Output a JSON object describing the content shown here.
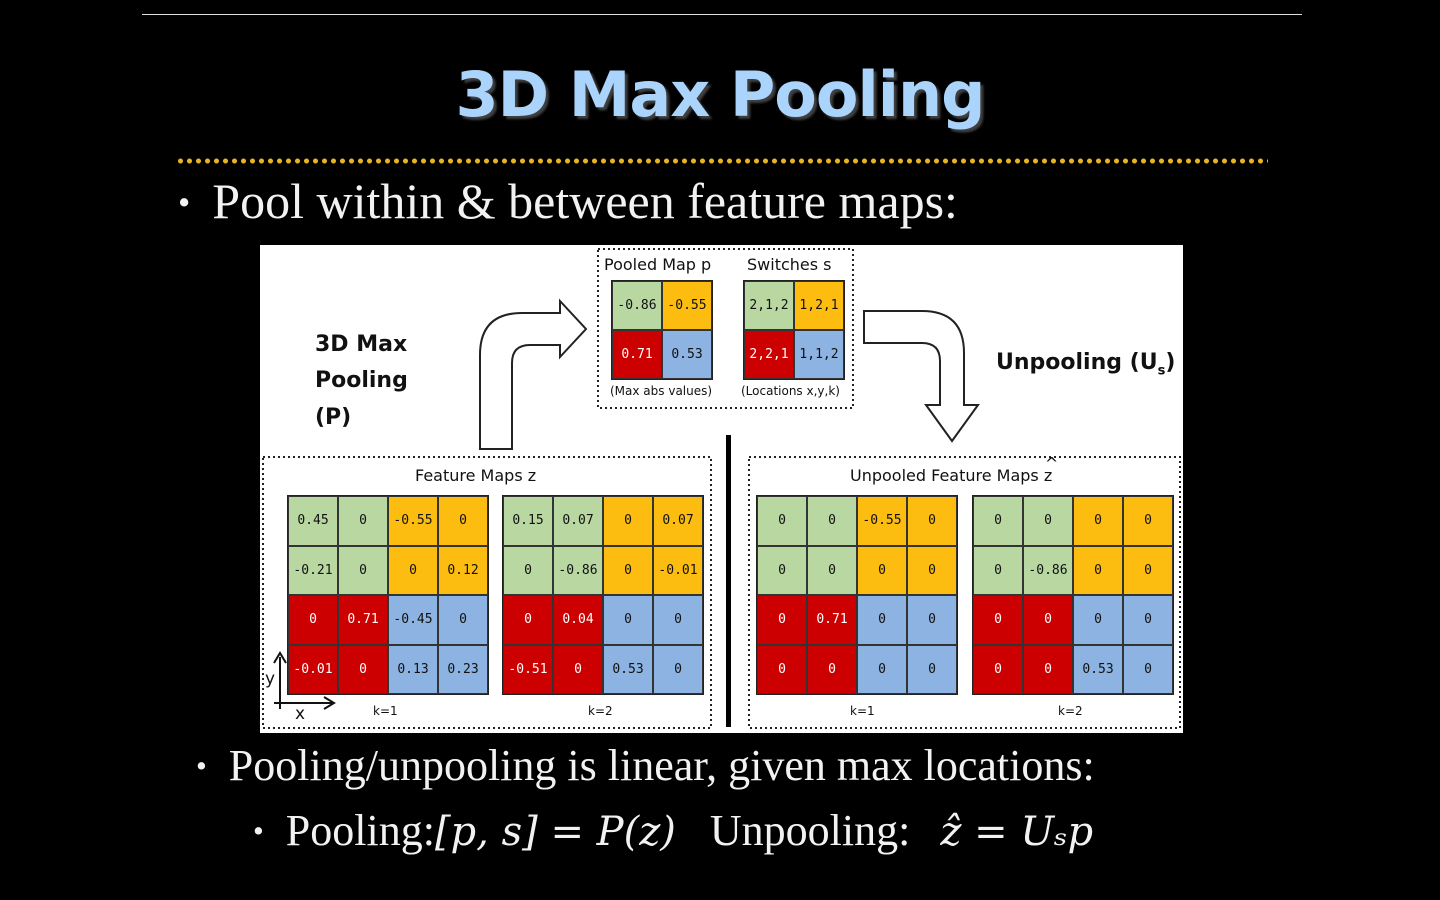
{
  "slide": {
    "title": "3D Max Pooling",
    "bullet1": "Pool within & between feature maps:",
    "bullet2": "Pooling/unpooling is linear, given max locations:",
    "bullet3": {
      "pooling_label": "Pooling:",
      "pooling_eq": "[p, s] = P(z)",
      "unpooling_label": "Unpooling:",
      "unpooling_eq": "ẑ = Uₛp"
    }
  },
  "figure": {
    "pool_label": "3D Max Pooling (P)",
    "unpool_label": "Unpooling (U",
    "unpool_sub": "s",
    "unpool_close": ")",
    "pooled_map_title": "Pooled Map p",
    "switches_title": "Switches  s",
    "pooled_caption": "(Max abs values)",
    "switches_caption": "(Locations x,y,k)",
    "feature_maps_title": "Feature Maps z",
    "unpooled_title": "Unpooled Feature Maps",
    "unpooled_hat_var": "z",
    "unpooled_hat": "^",
    "k1": "k=1",
    "k2": "k=2",
    "axis_x": "x",
    "axis_y": "y",
    "pooled_values": [
      "-0.86",
      "-0.55",
      "0.71",
      "0.53"
    ],
    "switch_values": [
      "2,1,2",
      "1,2,1",
      "2,2,1",
      "1,1,2"
    ],
    "feature_k1": [
      "0.45",
      "0",
      "-0.55",
      "0",
      "-0.21",
      "0",
      "0",
      "0.12",
      "0",
      "0.71",
      "-0.45",
      "0",
      "-0.01",
      "0",
      "0.13",
      "0.23"
    ],
    "feature_k2": [
      "0.15",
      "0.07",
      "0",
      "0.07",
      "0",
      "-0.86",
      "0",
      "-0.01",
      "0",
      "0.04",
      "0",
      "0",
      "-0.51",
      "0",
      "0.53",
      "0"
    ],
    "unpooled_k1": [
      "0",
      "0",
      "-0.55",
      "0",
      "0",
      "0",
      "0",
      "0",
      "0",
      "0.71",
      "0",
      "0",
      "0",
      "0",
      "0",
      "0"
    ],
    "unpooled_k2": [
      "0",
      "0",
      "0",
      "0",
      "0",
      "-0.86",
      "0",
      "0",
      "0",
      "0",
      "0",
      "0",
      "0",
      "0",
      "0.53",
      "0"
    ],
    "colors": {
      "green": "#b9d7a0",
      "yellow": "#fdbd10",
      "red": "#cc0000",
      "blue": "#8db3e2",
      "title": "#aad4fb",
      "dots": "#e6b422"
    }
  }
}
